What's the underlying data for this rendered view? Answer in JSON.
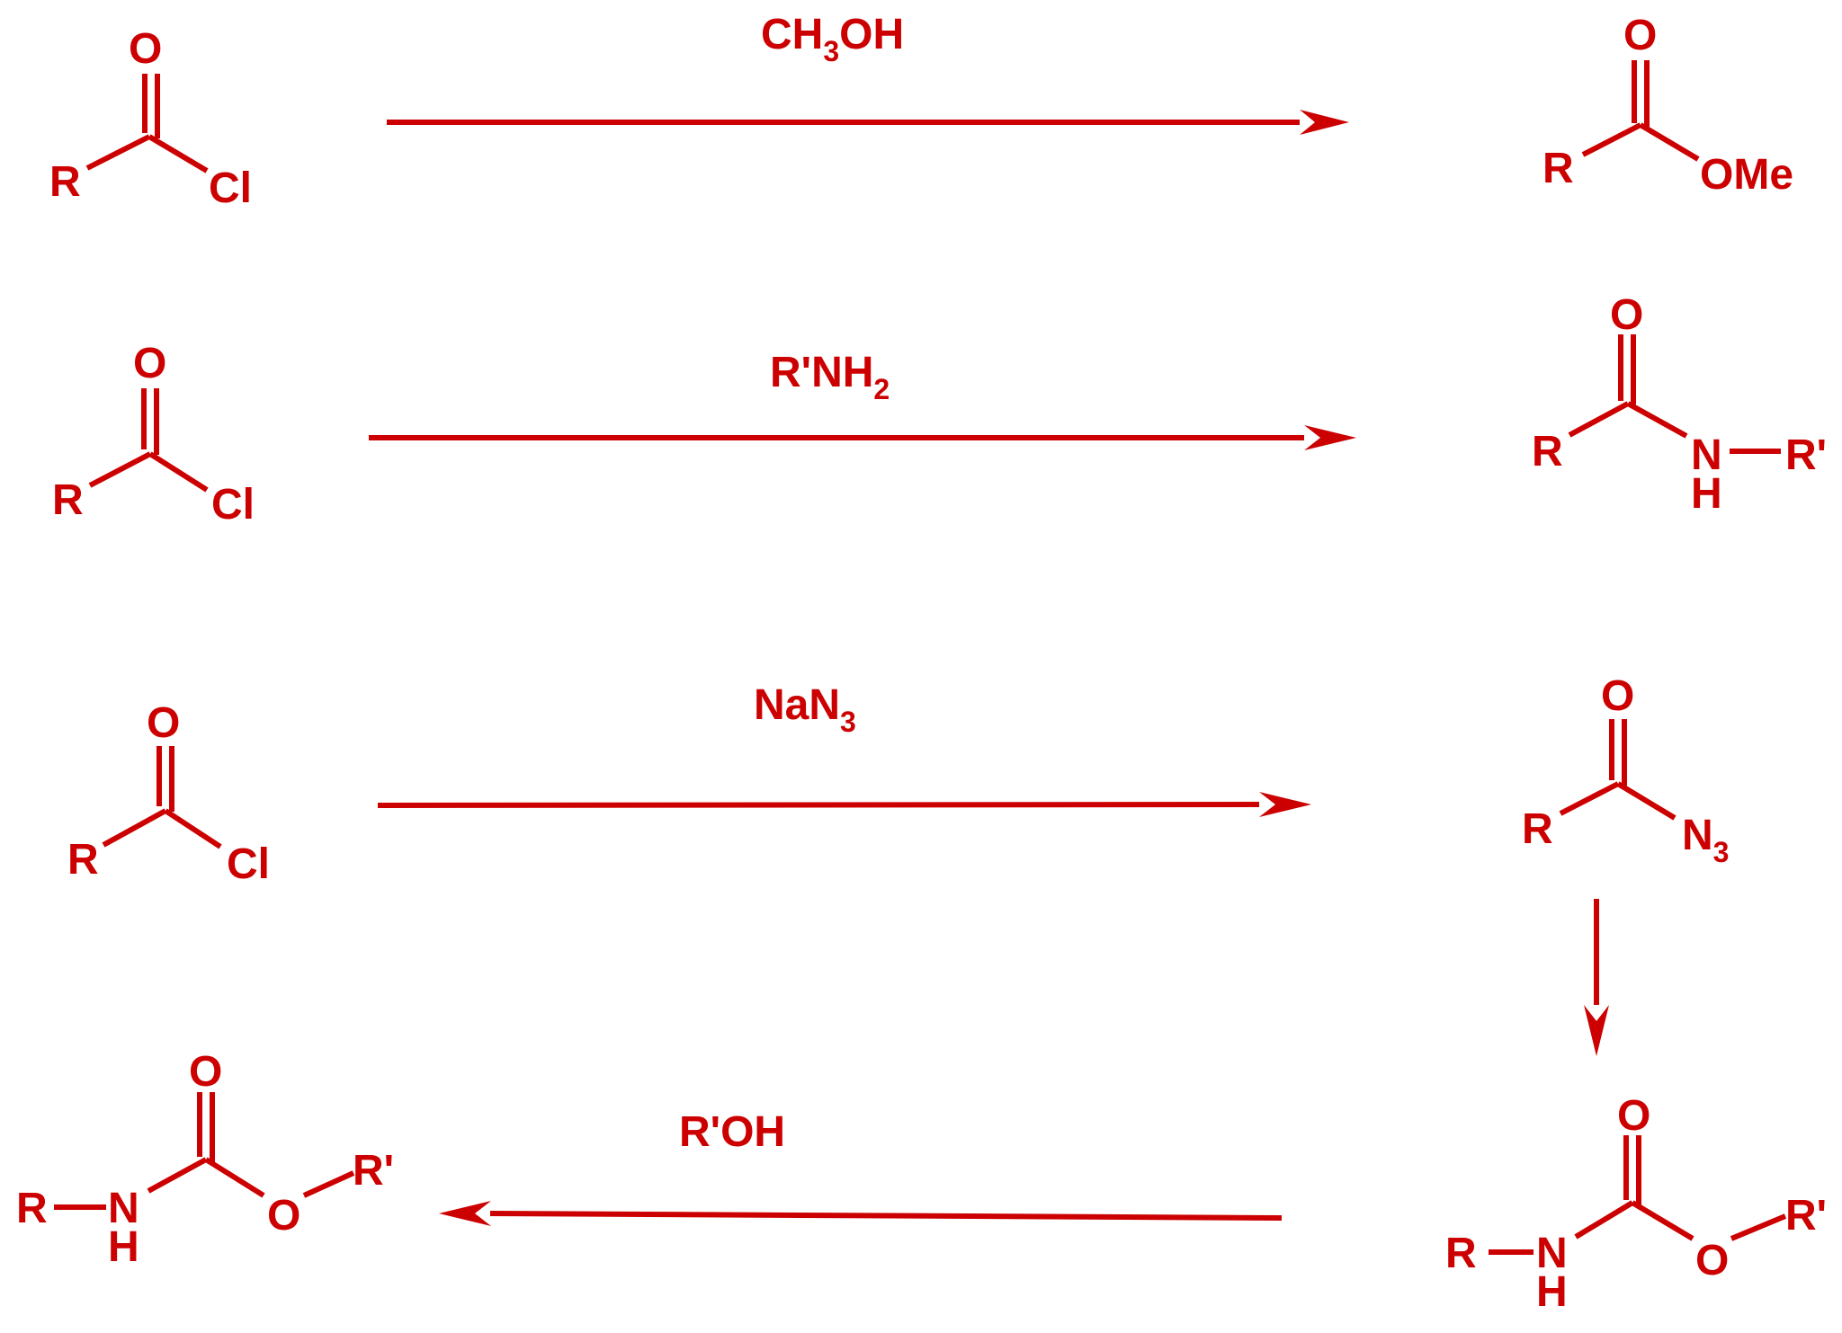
{
  "atoms": {
    "O": "O",
    "R": "R",
    "Cl": "Cl",
    "OMe": "OMe",
    "N": "N",
    "H": "H",
    "Rp": "R'",
    "N3_base": "N",
    "N3_sub": "3"
  },
  "reagents": {
    "r1_main": "CH",
    "r1_sub": "3",
    "r1_tail": "OH",
    "r2_main": "R'NH",
    "r2_sub": "2",
    "r3_main": "NaN",
    "r3_sub": "3",
    "r4_main": "R'OH"
  },
  "colors": {
    "ink": "#cc0000",
    "background": "#ffffff"
  }
}
